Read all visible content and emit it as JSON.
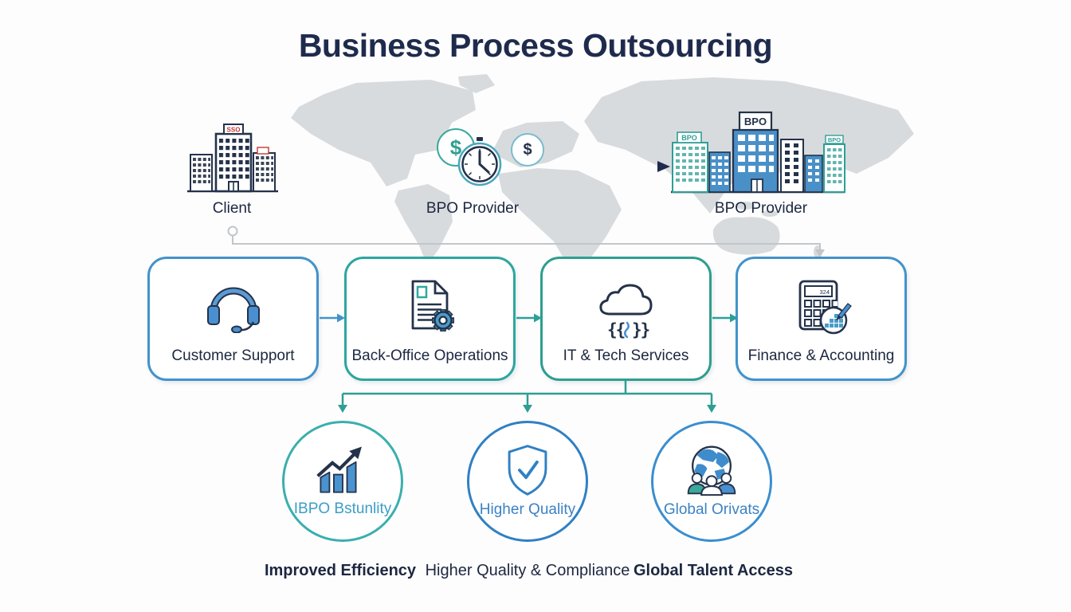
{
  "title": "Business Process Outsourcing",
  "flow": {
    "client": {
      "label": "Client",
      "building_sign": "SSO"
    },
    "provider_hub": {
      "label": "BPO Provider"
    },
    "provider_destination": {
      "label": "BPO Provider",
      "building_sign": "BPO",
      "building_sign_side": "BPO"
    },
    "dollar_large": "$",
    "dollar_small": "$"
  },
  "services": {
    "items": [
      {
        "label": "Customer Support"
      },
      {
        "label": "Back-Office Operations"
      },
      {
        "label": "IT & Tech Services"
      },
      {
        "label": "Finance & Accounting"
      }
    ],
    "calculator_display": "324",
    "code_left": "{{",
    "code_right": "}}"
  },
  "benefits": {
    "items": [
      {
        "badge_label": "IBPO Bstunlity",
        "caption": "Improved Efficiency"
      },
      {
        "badge_label": "Higher Quality",
        "caption": "Higher Quality & Compliance"
      },
      {
        "badge_label": "Global Orivats",
        "caption": "Global Talent Access"
      }
    ]
  },
  "colors": {
    "title_text": "#1f2b4d",
    "label_text": "#1c2740",
    "accent_blue": "#4293cb",
    "accent_teal": "#2ca6a0",
    "benefit_blue_text": "#3b82c4",
    "map_gray": "#d8dbdd",
    "connector_gray": "#c3c6c9",
    "sign_red": "#c03a36",
    "building_blue": "#4a90c8",
    "dark_outline": "#24324a"
  }
}
